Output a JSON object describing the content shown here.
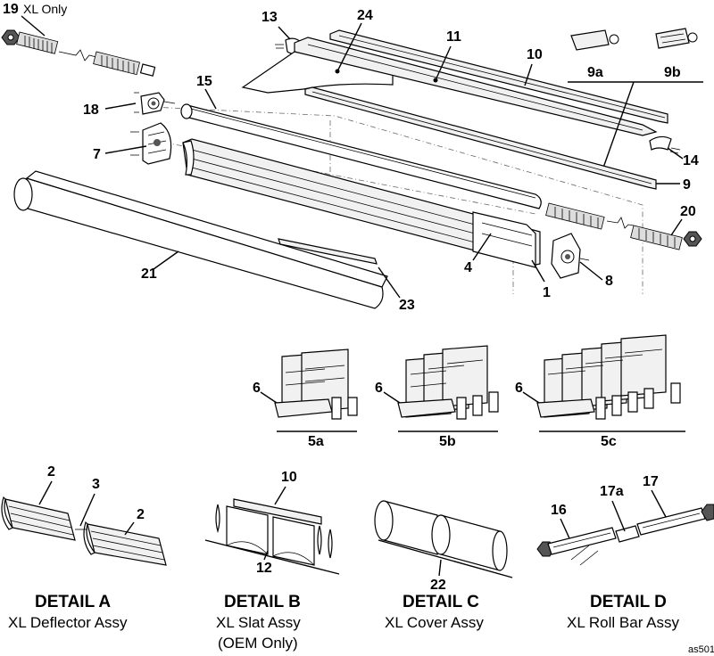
{
  "labels": {
    "p19": "19",
    "p19_note": "XL Only",
    "p13": "13",
    "p24": "24",
    "p11": "11",
    "p10": "10",
    "p9a": "9a",
    "p9b": "9b",
    "p15": "15",
    "p18": "18",
    "p7": "7",
    "p14": "14",
    "p9": "9",
    "p20": "20",
    "p21": "21",
    "p23": "23",
    "p4": "4",
    "p1": "1",
    "p8": "8",
    "p6a": "6",
    "p6b": "6",
    "p6c": "6",
    "p5a": "5a",
    "p5b": "5b",
    "p5c": "5c",
    "dA_2a": "2",
    "dA_3": "3",
    "dA_2b": "2",
    "dB_10": "10",
    "dB_12": "12",
    "dC_22": "22",
    "dD_16": "16",
    "dD_17a": "17a",
    "dD_17": "17"
  },
  "details": {
    "a": {
      "title": "DETAIL A",
      "subtitle": "XL Deflector Assy"
    },
    "b": {
      "title": "DETAIL B",
      "subtitle": "XL Slat Assy",
      "note": "(OEM Only)"
    },
    "c": {
      "title": "DETAIL C",
      "subtitle": "XL Cover Assy"
    },
    "d": {
      "title": "DETAIL D",
      "subtitle": "XL Roll Bar Assy"
    }
  },
  "figure_code": "as501"
}
